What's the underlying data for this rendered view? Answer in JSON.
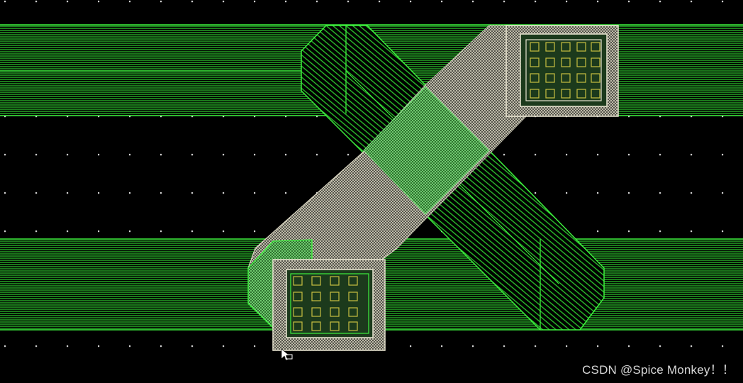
{
  "watermark": {
    "text": "CSDN @Spice Monkey！！"
  },
  "colors": {
    "background": "#000000",
    "metal_green": "#2ecc2e",
    "metal_green_bright": "#3df03d",
    "via_gray": "#d8d4c0",
    "contact_yellow": "#c8c040",
    "grid_dot": "#cfcfcf"
  },
  "layers": {
    "metal_bus": "green horizontal metal rails",
    "diagonal_metal": "green diagonal wire",
    "diagonal_poly": "gray hatched diagonal wire",
    "via_arrays": "contact arrays"
  },
  "icons": {
    "cursor": "cursor-icon"
  }
}
